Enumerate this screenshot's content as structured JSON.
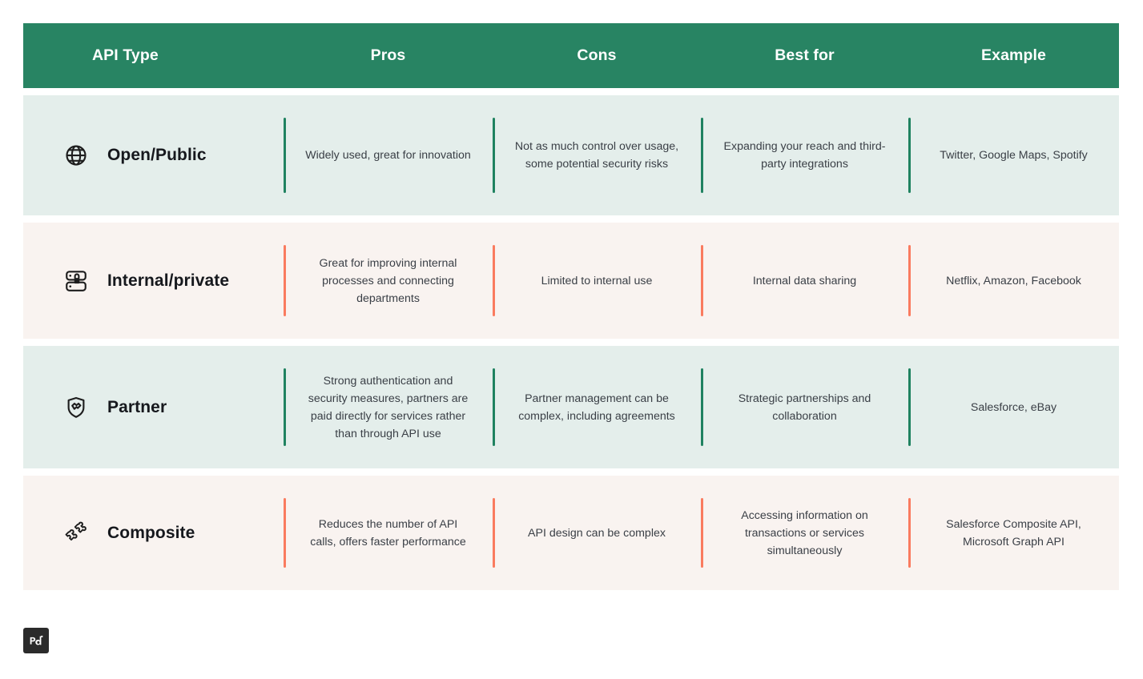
{
  "table": {
    "columns": [
      {
        "key": "api_type",
        "label": "API Type"
      },
      {
        "key": "pros",
        "label": "Pros"
      },
      {
        "key": "cons",
        "label": "Cons"
      },
      {
        "key": "best_for",
        "label": "Best for"
      },
      {
        "key": "example",
        "label": "Example"
      }
    ],
    "rows": [
      {
        "api_type": "Open/Public",
        "icon": "globe-icon",
        "theme": "green",
        "pros": "Widely used, great for innovation",
        "cons": "Not as much control over usage, some potential security risks",
        "best_for": "Expanding your reach and third-party integrations",
        "example": "Twitter, Google Maps, Spotify"
      },
      {
        "api_type": "Internal/private",
        "icon": "lock-server-icon",
        "theme": "cream",
        "pros": "Great for improving internal processes and connecting departments",
        "cons": "Limited to internal use",
        "best_for": "Internal data sharing",
        "example": "Netflix, Amazon, Facebook"
      },
      {
        "api_type": "Partner",
        "icon": "handshake-shield-icon",
        "theme": "green",
        "pros": "Strong authentication and security measures, partners are paid directly for services rather than through API use",
        "cons": "Partner management can be complex, including agreements",
        "best_for": "Strategic partnerships and collaboration",
        "example": "Salesforce, eBay"
      },
      {
        "api_type": "Composite",
        "icon": "puzzle-pieces-icon",
        "theme": "cream",
        "pros": "Reduces the number of API calls, offers faster performance",
        "cons": "API design can be complex",
        "best_for": "Accessing information on transactions or services simultaneously",
        "example": "Salesforce Composite API, Microsoft Graph API"
      }
    ]
  },
  "footer": {
    "logo_name": "pandadoc-logo",
    "logo_text": "pd"
  },
  "colors": {
    "header_green": "#288463",
    "row_green_bg": "#e4eeeb",
    "row_cream_bg": "#f9f3f0",
    "accent_green": "#1f8260",
    "accent_coral": "#fa7b5f",
    "header_text": "#ffffff",
    "body_text": "#3a3f46",
    "title_text": "#16181d",
    "logo_bg": "#2b2b2b"
  }
}
